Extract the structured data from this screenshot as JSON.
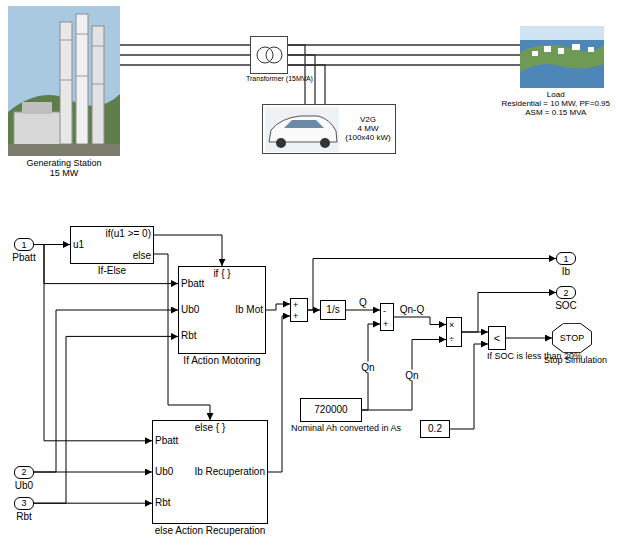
{
  "diagram": {
    "nodes": [
      {
        "text": [
          "Generating Station",
          "15 MW"
        ]
      },
      {
        "text": [
          "Transformer (15MVA)"
        ]
      },
      {
        "text": [
          "V2G",
          "4 MW",
          "(100x40 kW)"
        ]
      },
      {
        "text": [
          "Load",
          "Residential = 10 MW, PF=0.95",
          "ASM = 0.15 MVA"
        ]
      },
      {
        "text": [
          "1",
          "Pbatt"
        ]
      },
      {
        "text": [
          "u1",
          "if(u1 >= 0)",
          "else",
          "If-Else"
        ]
      },
      {
        "text": [
          "if { }",
          "Pbatt",
          "Ub0",
          "Rbt",
          "Ib Mot",
          "If Action Motoring"
        ]
      },
      {
        "text": [
          "else { }",
          "Pbatt",
          "Ub0",
          "Rbt",
          "Ib Recuperation",
          "else Action Recuperation"
        ]
      },
      {
        "text": [
          "2",
          "Ub0"
        ]
      },
      {
        "text": [
          "3",
          "Rbt"
        ]
      },
      {
        "text": [
          "+",
          "+"
        ]
      },
      {
        "text": [
          "1/s"
        ]
      },
      {
        "text": [
          "720000",
          "Nominal Ah converted in As"
        ]
      },
      {
        "text": [
          "-",
          "+"
        ]
      },
      {
        "text": [
          "×",
          "÷"
        ]
      },
      {
        "text": [
          "1",
          "Ib"
        ]
      },
      {
        "text": [
          "2",
          "SOC"
        ]
      },
      {
        "text": [
          "<",
          "If SOC is less than 20%"
        ]
      },
      {
        "text": [
          "0.2"
        ]
      },
      {
        "text": [
          "STOP",
          "Stop Simulation"
        ]
      }
    ],
    "edges": [
      {
        "from": 0,
        "to": 1,
        "arrow": "none"
      },
      {
        "from": 1,
        "to": 3,
        "arrow": "none"
      },
      {
        "from": 1,
        "to": 2,
        "arrow": "none"
      },
      {
        "from": 4,
        "to": 5,
        "arrow": "to"
      },
      {
        "from": 4,
        "to": 6,
        "arrow": "to"
      },
      {
        "from": 4,
        "to": 7,
        "arrow": "to"
      },
      {
        "from": 5,
        "to": 6,
        "arrow": "to"
      },
      {
        "from": 5,
        "to": 7,
        "arrow": "to"
      },
      {
        "from": 8,
        "to": 6,
        "arrow": "to"
      },
      {
        "from": 8,
        "to": 7,
        "arrow": "to"
      },
      {
        "from": 9,
        "to": 6,
        "arrow": "to"
      },
      {
        "from": 9,
        "to": 7,
        "arrow": "to"
      },
      {
        "from": 6,
        "to": 10,
        "arrow": "to"
      },
      {
        "from": 7,
        "to": 10,
        "arrow": "to"
      },
      {
        "from": 10,
        "to": 11,
        "arrow": "to"
      },
      {
        "from": 10,
        "to": 15,
        "arrow": "to"
      },
      {
        "from": 11,
        "to": 13,
        "label": "Q",
        "arrow": "to"
      },
      {
        "from": 12,
        "to": 13,
        "label": "Qn",
        "arrow": "to"
      },
      {
        "from": 12,
        "to": 14,
        "label": "Qn",
        "arrow": "to"
      },
      {
        "from": 13,
        "to": 14,
        "label": "Qn-Q",
        "arrow": "to"
      },
      {
        "from": 14,
        "to": 16,
        "arrow": "to"
      },
      {
        "from": 14,
        "to": 17,
        "arrow": "to"
      },
      {
        "from": 18,
        "to": 17,
        "arrow": "to"
      },
      {
        "from": 17,
        "to": 19,
        "arrow": "to"
      }
    ]
  }
}
